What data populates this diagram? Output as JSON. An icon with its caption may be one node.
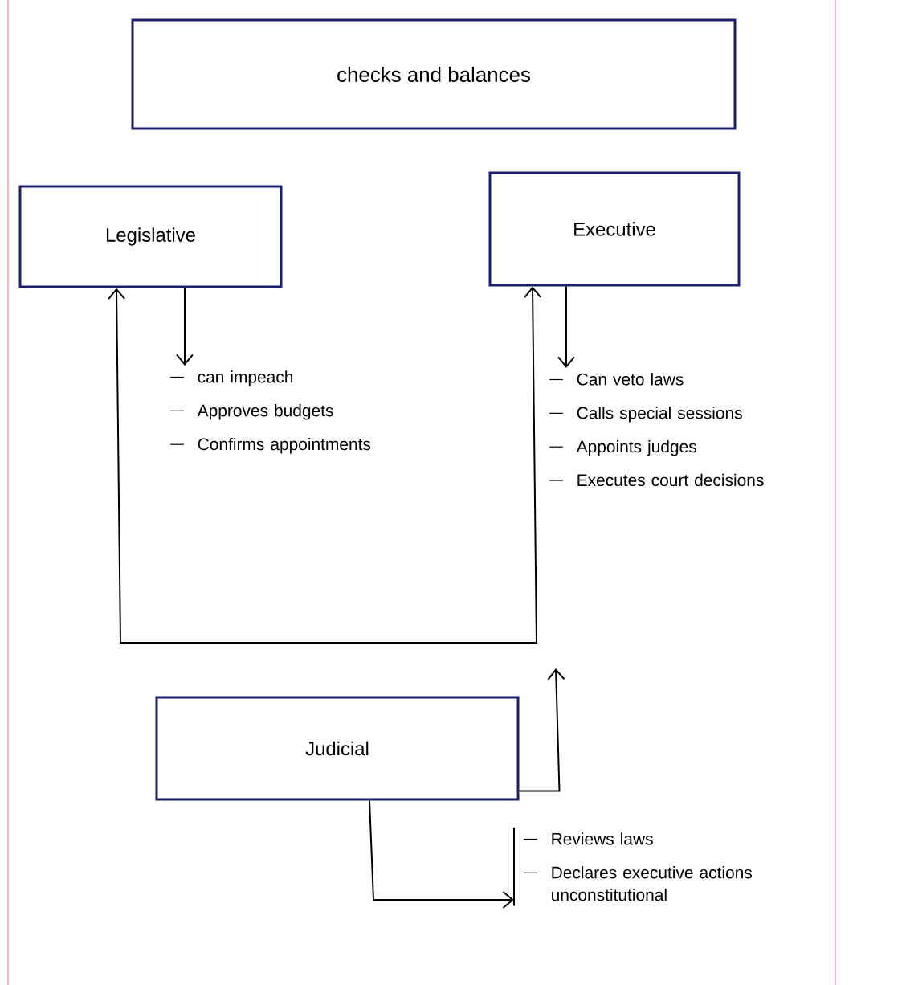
{
  "diagram": {
    "nodes": [
      {
        "text": [
          "checks and balances"
        ]
      },
      {
        "text": [
          "Legislative"
        ]
      },
      {
        "text": [
          "Executive"
        ]
      },
      {
        "text": [
          "can impeach",
          "Approves budgets",
          "Confirms appointments"
        ]
      },
      {
        "text": [
          "Can veto laws",
          "Calls special sessions",
          "Appoints judges",
          "Executes court decisions"
        ]
      },
      {
        "text": [
          "Judicial"
        ]
      },
      {
        "text": [
          "Reviews laws",
          "Declares executive actions unconstitutional"
        ]
      }
    ],
    "edges": [
      {
        "from": 1,
        "to": 3,
        "arrow": "to"
      },
      {
        "from": 2,
        "to": 4,
        "arrow": "to"
      },
      {
        "from": 1,
        "to": 2,
        "arrow": "both"
      },
      {
        "from": 5,
        "to": null,
        "arrow": "to"
      },
      {
        "from": 5,
        "to": 6,
        "arrow": "to"
      }
    ]
  }
}
